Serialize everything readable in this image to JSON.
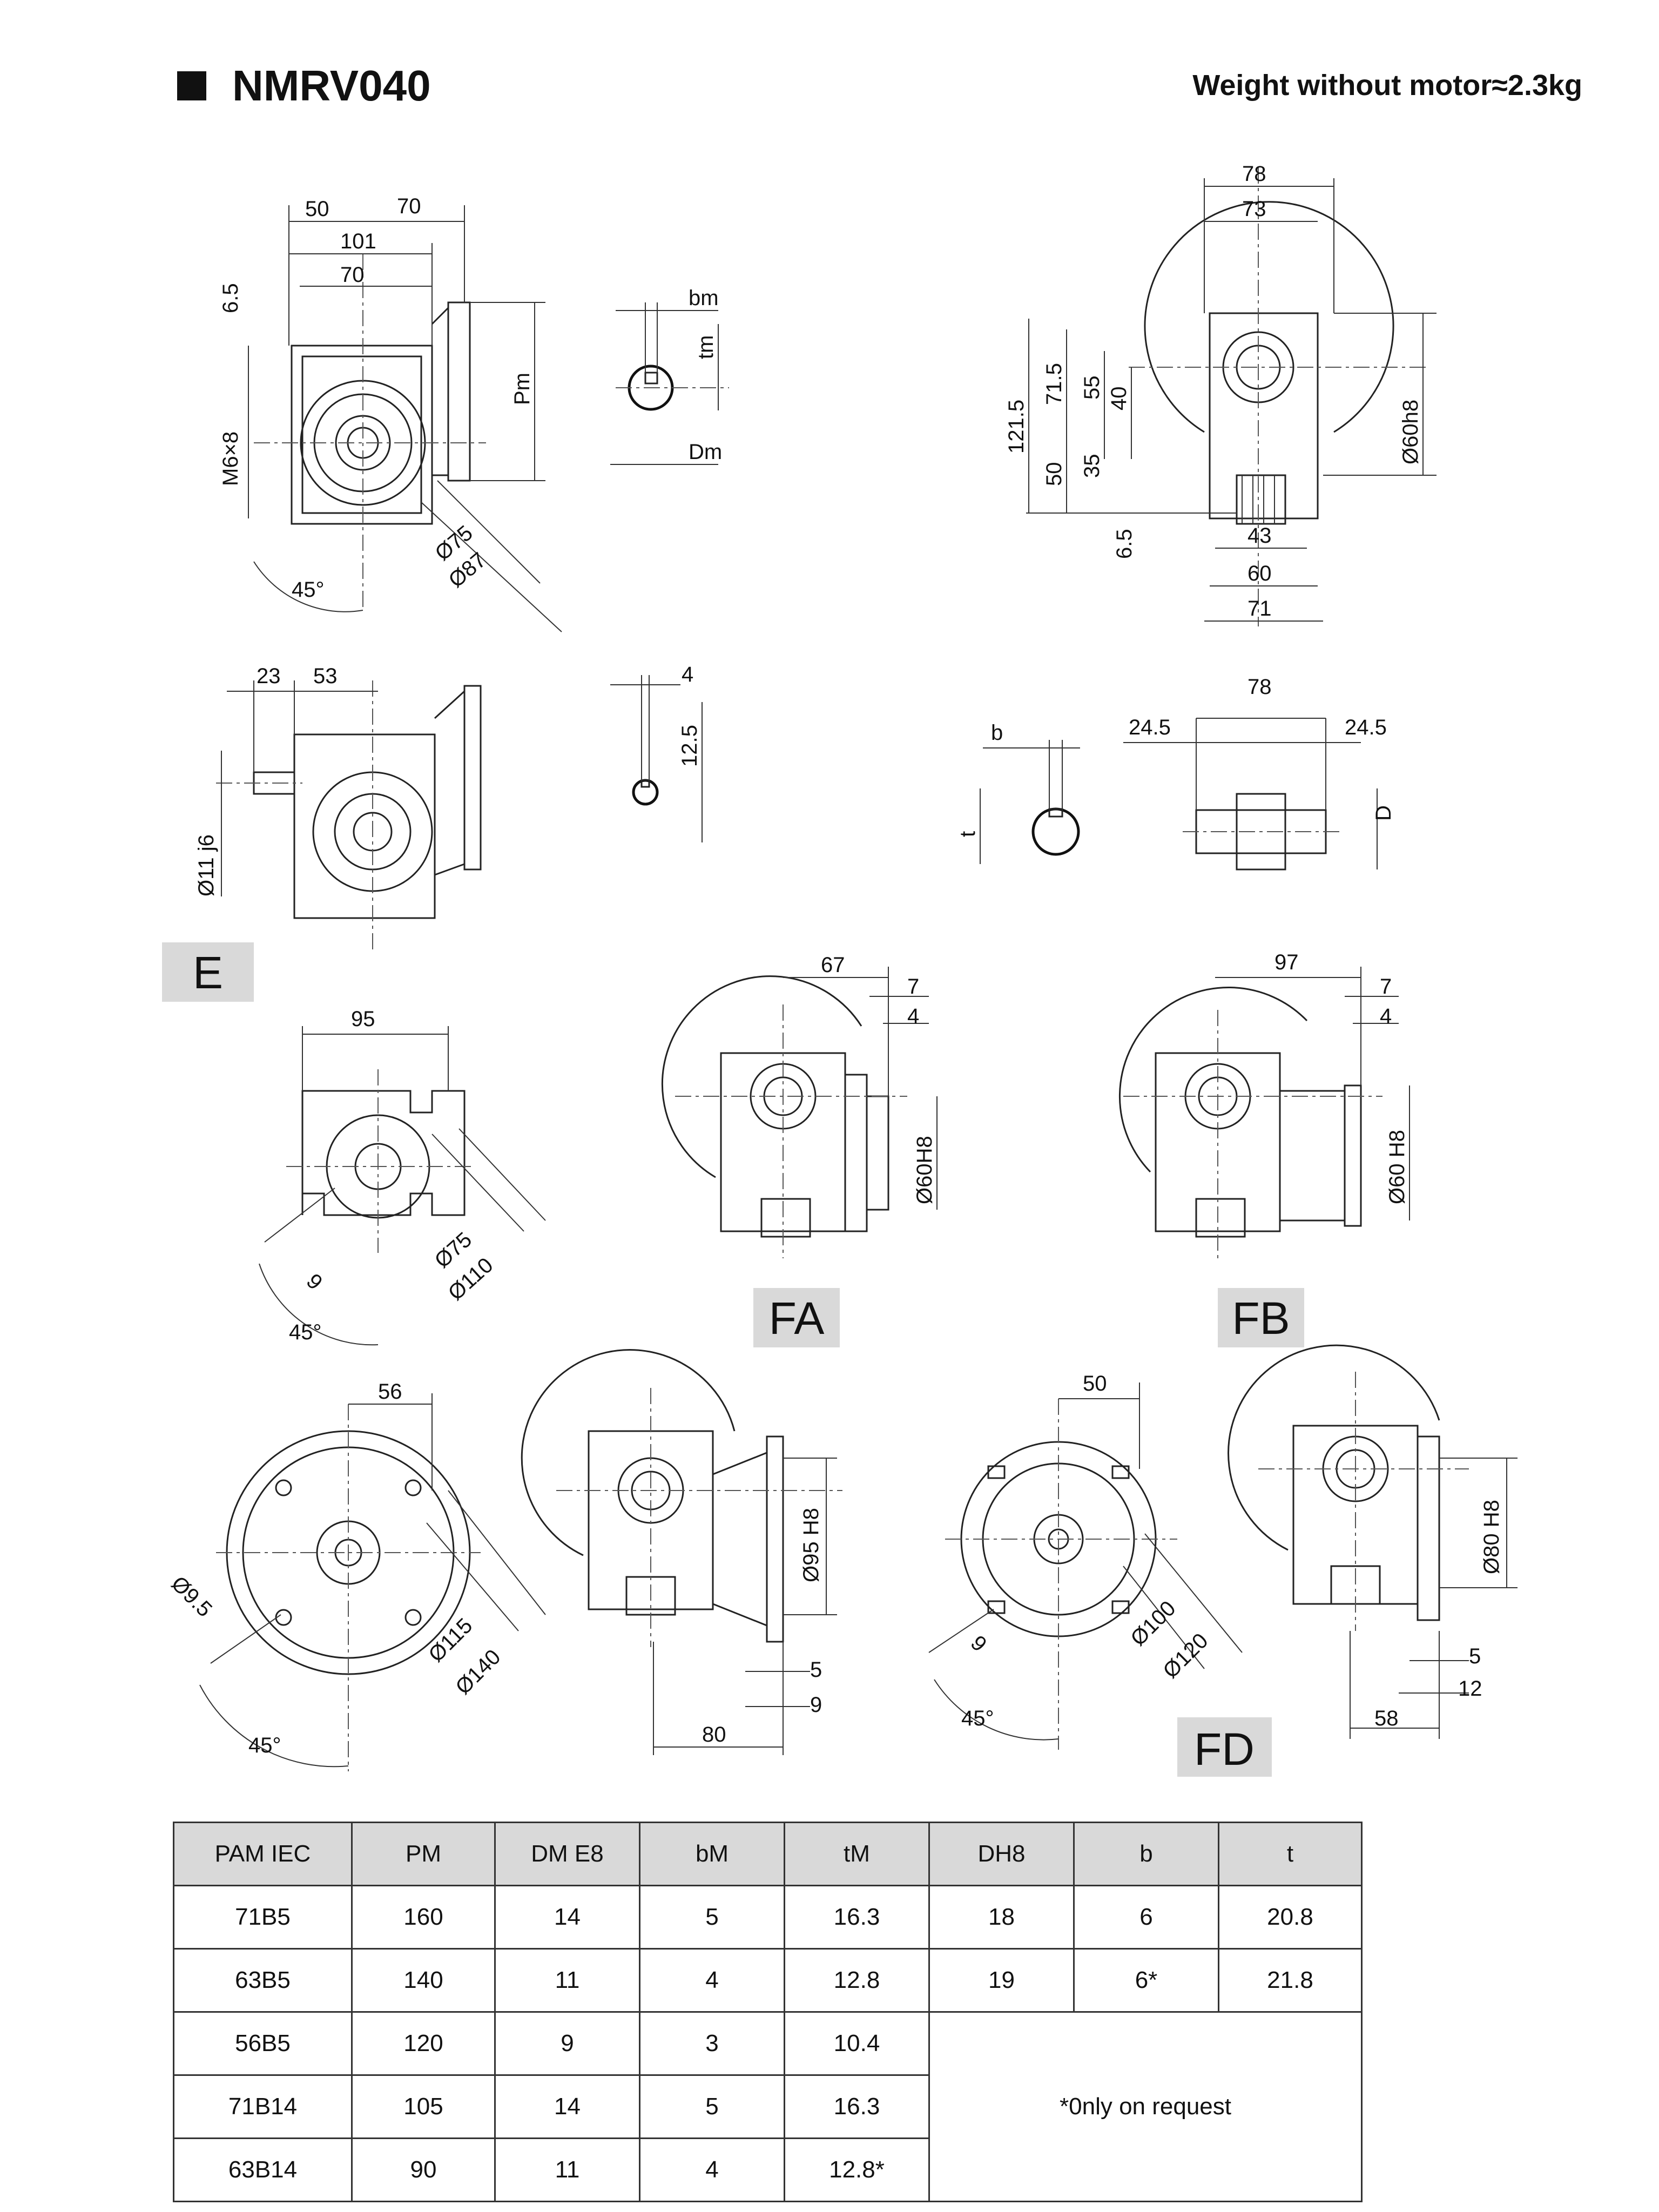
{
  "header": {
    "model": "NMRV040",
    "weight": "Weight without motor≈2.3kg"
  },
  "views": {
    "top_left": {
      "dims": [
        "50",
        "70",
        "101",
        "70",
        "6.5",
        "Pm",
        "M6×8",
        "Ø75",
        "Ø87",
        "45°"
      ]
    },
    "key_detail": {
      "dims": [
        "bm",
        "tm",
        "Dm"
      ]
    },
    "top_right": {
      "dims": [
        "78",
        "73",
        "121.5",
        "71.5",
        "55",
        "40",
        "50",
        "35",
        "6.5",
        "43",
        "60",
        "71",
        "Ø60h8"
      ]
    },
    "input_side": {
      "dims": [
        "23",
        "53",
        "Ø11 j6"
      ]
    },
    "shaft_key": {
      "dims": [
        "4",
        "12.5"
      ]
    },
    "hollow_key": {
      "dims": [
        "b",
        "t"
      ]
    },
    "hollow_shaft": {
      "dims": [
        "78",
        "24.5",
        "24.5",
        "D"
      ]
    },
    "E": {
      "label": "E",
      "dims": [
        "95",
        "Ø75",
        "Ø110",
        "9",
        "45°"
      ]
    },
    "FA": {
      "label": "FA",
      "dims": [
        "67",
        "7",
        "4",
        "Ø60H8"
      ]
    },
    "FB": {
      "label": "FB",
      "dims": [
        "97",
        "7",
        "4",
        "Ø60 H8"
      ]
    },
    "flange_95": {
      "dims": [
        "56",
        "Ø9.5",
        "Ø115",
        "Ø140",
        "45°",
        "Ø95 H8",
        "5",
        "9",
        "80"
      ]
    },
    "FD": {
      "label": "FD",
      "dims": [
        "50",
        "9",
        "45°",
        "Ø100",
        "Ø120",
        "Ø80 H8",
        "5",
        "12",
        "58"
      ]
    }
  },
  "table": {
    "headers": [
      "PAM IEC",
      "PM",
      "DM E8",
      "bM",
      "tM",
      "DH8",
      "b",
      "t"
    ],
    "rows": [
      [
        "71B5",
        "160",
        "14",
        "5",
        "16.3"
      ],
      [
        "63B5",
        "140",
        "11",
        "4",
        "12.8"
      ],
      [
        "56B5",
        "120",
        "9",
        "3",
        "10.4"
      ],
      [
        "71B14",
        "105",
        "14",
        "5",
        "16.3"
      ],
      [
        "63B14",
        "90",
        "11",
        "4",
        "12.8*"
      ]
    ],
    "hollow_rows": [
      [
        "18",
        "6",
        "20.8"
      ],
      [
        "19",
        "6*",
        "21.8"
      ]
    ],
    "note": "*0nly on request"
  }
}
